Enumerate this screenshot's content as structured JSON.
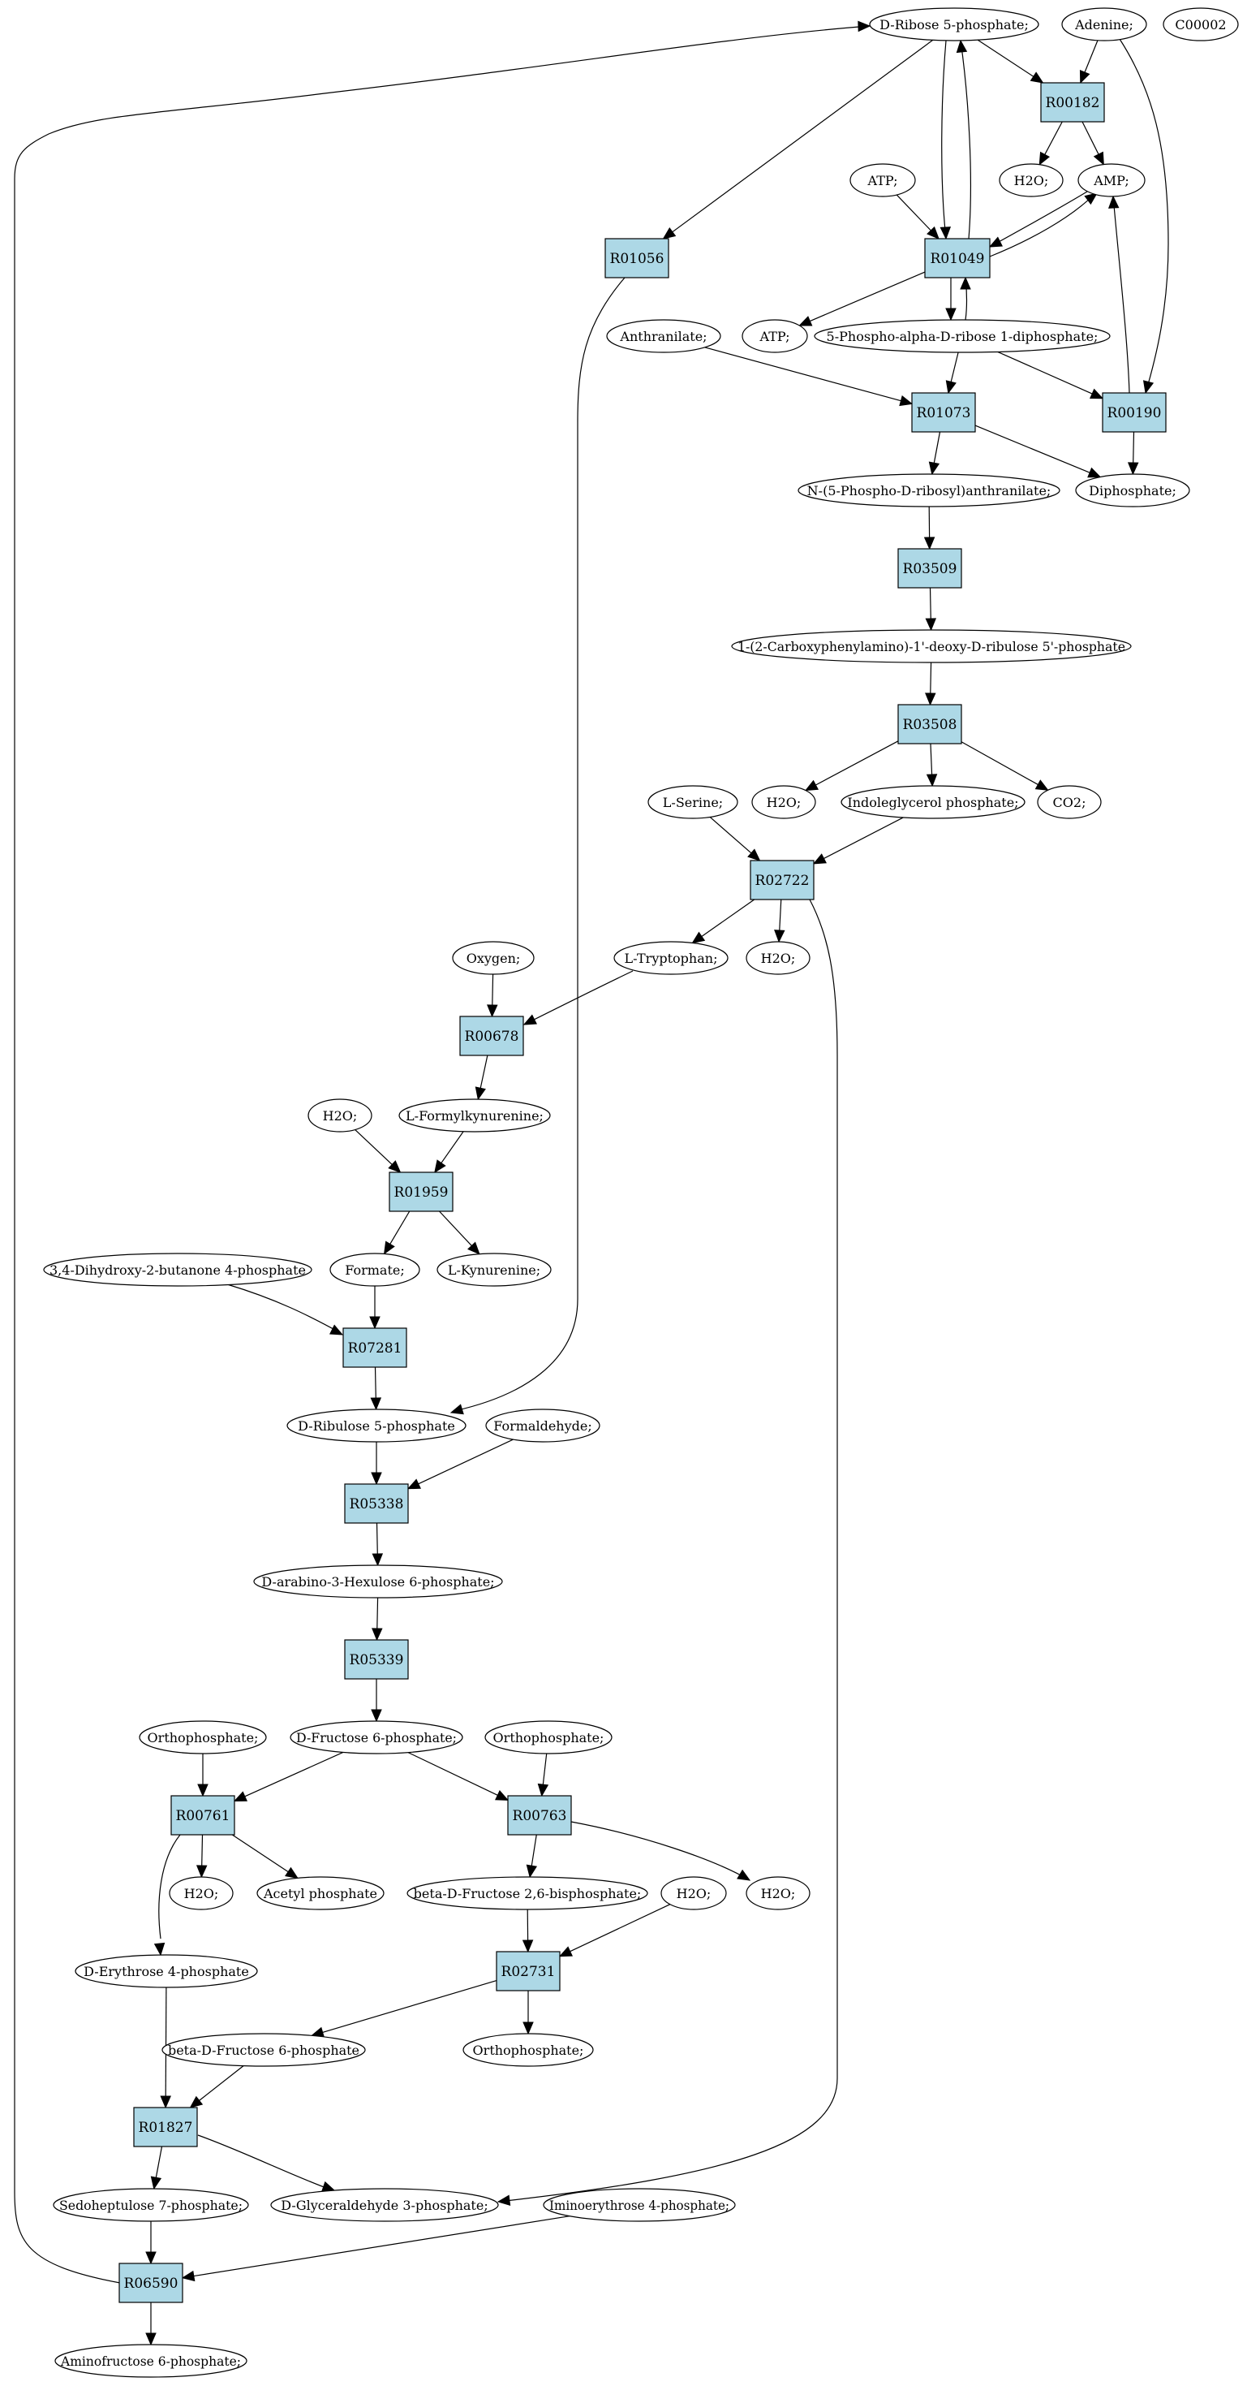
{
  "colors": {
    "reaction_fill": "#add8e6",
    "compound_fill": "#ffffff",
    "start_fill": "#00ff00",
    "legend_fill": "#ffff00",
    "stroke": "#000000"
  },
  "nodes": [
    {
      "id": "c_dribose5p",
      "label": "D-Ribose 5-phosphate;",
      "shape": "ellipse",
      "fill": "#00ff00"
    },
    {
      "id": "c_adenine",
      "label": "Adenine;",
      "shape": "ellipse"
    },
    {
      "id": "c_c00002",
      "label": "C00002",
      "shape": "ellipse",
      "fill": "#ffff00"
    },
    {
      "id": "r_R00182",
      "label": "R00182",
      "shape": "box"
    },
    {
      "id": "c_atp1",
      "label": "ATP;",
      "shape": "ellipse"
    },
    {
      "id": "c_h2o_1",
      "label": "H2O;",
      "shape": "ellipse"
    },
    {
      "id": "c_amp",
      "label": "AMP;",
      "shape": "ellipse"
    },
    {
      "id": "r_R01056",
      "label": "R01056",
      "shape": "box"
    },
    {
      "id": "r_R01049",
      "label": "R01049",
      "shape": "box"
    },
    {
      "id": "c_anthranilate",
      "label": "Anthranilate;",
      "shape": "ellipse"
    },
    {
      "id": "c_atp2",
      "label": "ATP;",
      "shape": "ellipse"
    },
    {
      "id": "c_prpp",
      "label": "5-Phospho-alpha-D-ribose 1-diphosphate;",
      "shape": "ellipse"
    },
    {
      "id": "r_R01073",
      "label": "R01073",
      "shape": "box"
    },
    {
      "id": "r_R00190",
      "label": "R00190",
      "shape": "box"
    },
    {
      "id": "c_npra",
      "label": "N-(5-Phospho-D-ribosyl)anthranilate;",
      "shape": "ellipse"
    },
    {
      "id": "c_diphosphate",
      "label": "Diphosphate;",
      "shape": "ellipse"
    },
    {
      "id": "r_R03509",
      "label": "R03509",
      "shape": "box"
    },
    {
      "id": "c_cdrp",
      "label": "1-(2-Carboxyphenylamino)-1'-deoxy-D-ribulose 5'-phosphate",
      "shape": "ellipse"
    },
    {
      "id": "r_R03508",
      "label": "R03508",
      "shape": "box"
    },
    {
      "id": "c_lserine",
      "label": "L-Serine;",
      "shape": "ellipse"
    },
    {
      "id": "c_h2o_2",
      "label": "H2O;",
      "shape": "ellipse"
    },
    {
      "id": "c_igp",
      "label": "Indoleglycerol phosphate;",
      "shape": "ellipse"
    },
    {
      "id": "c_co2",
      "label": "CO2;",
      "shape": "ellipse"
    },
    {
      "id": "r_R02722",
      "label": "R02722",
      "shape": "box"
    },
    {
      "id": "c_oxygen",
      "label": "Oxygen;",
      "shape": "ellipse"
    },
    {
      "id": "c_ltrp",
      "label": "L-Tryptophan;",
      "shape": "ellipse"
    },
    {
      "id": "c_h2o_3",
      "label": "H2O;",
      "shape": "ellipse"
    },
    {
      "id": "r_R00678",
      "label": "R00678",
      "shape": "box"
    },
    {
      "id": "c_h2o_4",
      "label": "H2O;",
      "shape": "ellipse"
    },
    {
      "id": "c_lformylkyn",
      "label": "L-Formylkynurenine;",
      "shape": "ellipse"
    },
    {
      "id": "r_R01959",
      "label": "R01959",
      "shape": "box"
    },
    {
      "id": "c_dhbp",
      "label": "3,4-Dihydroxy-2-butanone 4-phosphate",
      "shape": "ellipse"
    },
    {
      "id": "c_formate",
      "label": "Formate;",
      "shape": "ellipse"
    },
    {
      "id": "c_lkyn",
      "label": "L-Kynurenine;",
      "shape": "ellipse"
    },
    {
      "id": "r_R07281",
      "label": "R07281",
      "shape": "box"
    },
    {
      "id": "c_dribulose5p",
      "label": "D-Ribulose 5-phosphate",
      "shape": "ellipse"
    },
    {
      "id": "c_formaldehyde",
      "label": "Formaldehyde;",
      "shape": "ellipse"
    },
    {
      "id": "r_R05338",
      "label": "R05338",
      "shape": "box"
    },
    {
      "id": "c_hexulose6p",
      "label": "D-arabino-3-Hexulose 6-phosphate;",
      "shape": "ellipse"
    },
    {
      "id": "r_R05339",
      "label": "R05339",
      "shape": "box"
    },
    {
      "id": "c_ortho1",
      "label": "Orthophosphate;",
      "shape": "ellipse"
    },
    {
      "id": "c_f6p",
      "label": "D-Fructose 6-phosphate;",
      "shape": "ellipse"
    },
    {
      "id": "c_ortho2",
      "label": "Orthophosphate;",
      "shape": "ellipse"
    },
    {
      "id": "r_R00761",
      "label": "R00761",
      "shape": "box"
    },
    {
      "id": "r_R00763",
      "label": "R00763",
      "shape": "box"
    },
    {
      "id": "c_h2o_5",
      "label": "H2O;",
      "shape": "ellipse"
    },
    {
      "id": "c_acetylp",
      "label": "Acetyl phosphate",
      "shape": "ellipse"
    },
    {
      "id": "c_f26bp",
      "label": "beta-D-Fructose 2,6-bisphosphate;",
      "shape": "ellipse"
    },
    {
      "id": "c_h2o_6",
      "label": "H2O;",
      "shape": "ellipse"
    },
    {
      "id": "c_h2o_7",
      "label": "H2O;",
      "shape": "ellipse"
    },
    {
      "id": "c_e4p",
      "label": "D-Erythrose 4-phosphate",
      "shape": "ellipse"
    },
    {
      "id": "r_R02731",
      "label": "R02731",
      "shape": "box"
    },
    {
      "id": "c_bf6p",
      "label": "beta-D-Fructose 6-phosphate",
      "shape": "ellipse"
    },
    {
      "id": "c_ortho3",
      "label": "Orthophosphate;",
      "shape": "ellipse"
    },
    {
      "id": "r_R01827",
      "label": "R01827",
      "shape": "box"
    },
    {
      "id": "c_s7p",
      "label": "Sedoheptulose 7-phosphate;",
      "shape": "ellipse"
    },
    {
      "id": "c_g3p",
      "label": "D-Glyceraldehyde 3-phosphate;",
      "shape": "ellipse"
    },
    {
      "id": "c_iminoe4p",
      "label": "Iminoerythrose 4-phosphate;",
      "shape": "ellipse"
    },
    {
      "id": "r_R06590",
      "label": "R06590",
      "shape": "box"
    },
    {
      "id": "c_aminof6p",
      "label": "Aminofructose 6-phosphate;",
      "shape": "ellipse"
    }
  ],
  "edges": [
    {
      "from": "c_dribose5p",
      "to": "r_R00182"
    },
    {
      "from": "c_adenine",
      "to": "r_R00182"
    },
    {
      "from": "r_R00182",
      "to": "c_h2o_1"
    },
    {
      "from": "r_R00182",
      "to": "c_amp"
    },
    {
      "from": "c_dribose5p",
      "to": "r_R01056"
    },
    {
      "from": "c_dribose5p",
      "to": "r_R01049"
    },
    {
      "from": "r_R01049",
      "to": "c_dribose5p"
    },
    {
      "from": "c_atp1",
      "to": "r_R01049"
    },
    {
      "from": "c_amp",
      "to": "r_R01049"
    },
    {
      "from": "r_R01049",
      "to": "c_amp"
    },
    {
      "from": "r_R01049",
      "to": "c_atp2"
    },
    {
      "from": "r_R01049",
      "to": "c_prpp"
    },
    {
      "from": "c_prpp",
      "to": "r_R01049"
    },
    {
      "from": "c_adenine",
      "to": "r_R00190"
    },
    {
      "from": "c_prpp",
      "to": "r_R00190"
    },
    {
      "from": "r_R00190",
      "to": "c_amp"
    },
    {
      "from": "r_R00190",
      "to": "c_diphosphate"
    },
    {
      "from": "c_prpp",
      "to": "r_R01073"
    },
    {
      "from": "c_anthranilate",
      "to": "r_R01073"
    },
    {
      "from": "r_R01073",
      "to": "c_npra"
    },
    {
      "from": "r_R01073",
      "to": "c_diphosphate"
    },
    {
      "from": "c_npra",
      "to": "r_R03509"
    },
    {
      "from": "r_R03509",
      "to": "c_cdrp"
    },
    {
      "from": "c_cdrp",
      "to": "r_R03508"
    },
    {
      "from": "r_R03508",
      "to": "c_h2o_2"
    },
    {
      "from": "r_R03508",
      "to": "c_igp"
    },
    {
      "from": "r_R03508",
      "to": "c_co2"
    },
    {
      "from": "c_lserine",
      "to": "r_R02722"
    },
    {
      "from": "c_igp",
      "to": "r_R02722"
    },
    {
      "from": "r_R02722",
      "to": "c_ltrp"
    },
    {
      "from": "r_R02722",
      "to": "c_h2o_3"
    },
    {
      "from": "r_R02722",
      "to": "c_g3p"
    },
    {
      "from": "c_oxygen",
      "to": "r_R00678"
    },
    {
      "from": "c_ltrp",
      "to": "r_R00678"
    },
    {
      "from": "r_R00678",
      "to": "c_lformylkyn"
    },
    {
      "from": "c_h2o_4",
      "to": "r_R01959"
    },
    {
      "from": "c_lformylkyn",
      "to": "r_R01959"
    },
    {
      "from": "r_R01959",
      "to": "c_formate"
    },
    {
      "from": "r_R01959",
      "to": "c_lkyn"
    },
    {
      "from": "c_dhbp",
      "to": "r_R07281"
    },
    {
      "from": "c_formate",
      "to": "r_R07281"
    },
    {
      "from": "r_R07281",
      "to": "c_dribulose5p"
    },
    {
      "from": "r_R01056",
      "to": "c_dribulose5p"
    },
    {
      "from": "c_dribulose5p",
      "to": "r_R05338"
    },
    {
      "from": "c_formaldehyde",
      "to": "r_R05338"
    },
    {
      "from": "r_R05338",
      "to": "c_hexulose6p"
    },
    {
      "from": "c_hexulose6p",
      "to": "r_R05339"
    },
    {
      "from": "r_R05339",
      "to": "c_f6p"
    },
    {
      "from": "c_ortho1",
      "to": "r_R00761"
    },
    {
      "from": "c_f6p",
      "to": "r_R00761"
    },
    {
      "from": "c_f6p",
      "to": "r_R00763"
    },
    {
      "from": "c_ortho2",
      "to": "r_R00763"
    },
    {
      "from": "r_R00761",
      "to": "c_h2o_5"
    },
    {
      "from": "r_R00761",
      "to": "c_acetylp"
    },
    {
      "from": "r_R00761",
      "to": "c_e4p"
    },
    {
      "from": "r_R00763",
      "to": "c_f26bp"
    },
    {
      "from": "r_R00763",
      "to": "c_h2o_7"
    },
    {
      "from": "c_f26bp",
      "to": "r_R02731"
    },
    {
      "from": "c_h2o_6",
      "to": "r_R02731"
    },
    {
      "from": "r_R02731",
      "to": "c_bf6p"
    },
    {
      "from": "r_R02731",
      "to": "c_ortho3"
    },
    {
      "from": "c_e4p",
      "to": "r_R01827"
    },
    {
      "from": "c_bf6p",
      "to": "r_R01827"
    },
    {
      "from": "r_R01827",
      "to": "c_s7p"
    },
    {
      "from": "r_R01827",
      "to": "c_g3p"
    },
    {
      "from": "c_s7p",
      "to": "r_R06590"
    },
    {
      "from": "c_iminoe4p",
      "to": "r_R06590"
    },
    {
      "from": "r_R06590",
      "to": "c_aminof6p"
    },
    {
      "from": "r_R06590",
      "to": "c_dribose5p"
    }
  ]
}
